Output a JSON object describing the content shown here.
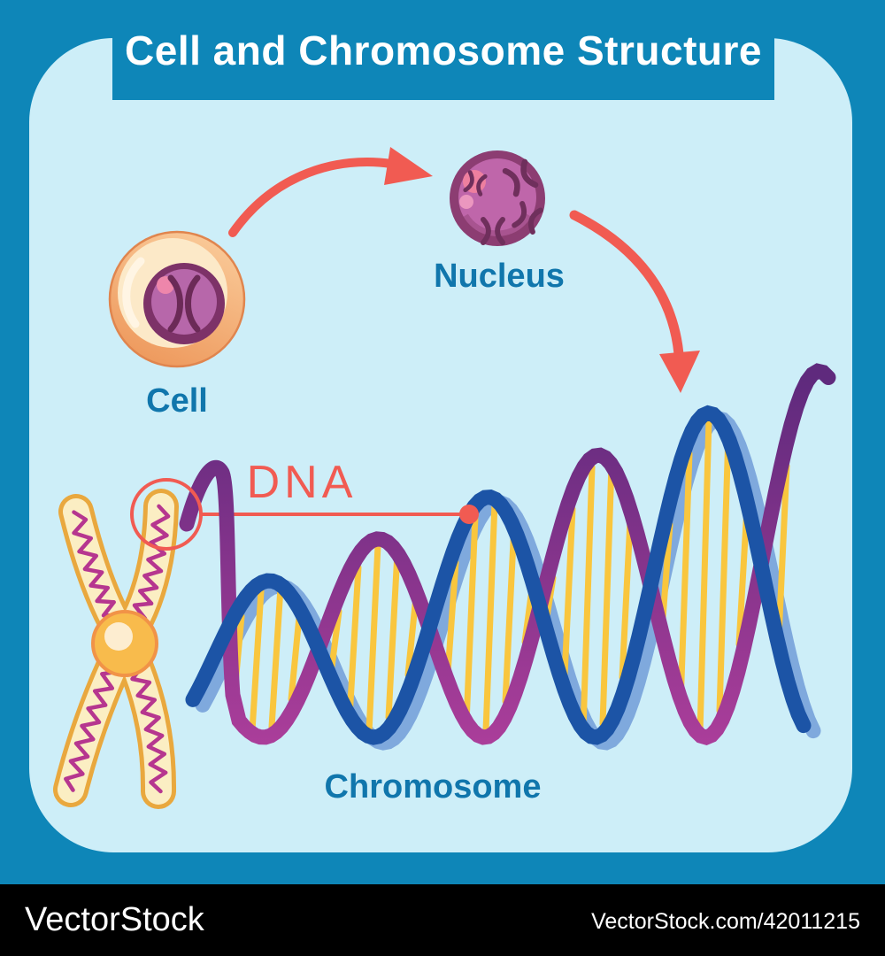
{
  "title": "Cell and Chromosome Structure",
  "labels": {
    "cell": "Cell",
    "nucleus": "Nucleus",
    "dna": "DNA",
    "chromosome": "Chromosome"
  },
  "watermark": {
    "left": "VectorStock",
    "right": "VectorStock.com/42011215"
  },
  "colors": {
    "teal_background": "#0e86b8",
    "card_background": "#cdeef8",
    "label_blue": "#1076ac",
    "red_accent": "#f15b52",
    "dna_purple_dark": "#5f2a7d",
    "dna_magenta": "#b03f9c",
    "dna_blue": "#1c54a6",
    "dna_blue_light": "#7fa9dd",
    "rung_yellow": "#f9c63e",
    "chromosome_gold": "#e9a83e",
    "chromosome_cream": "#fbeec3",
    "coil_pink": "#b6368f",
    "centromere_orange": "#f8bb4c",
    "centromere_stroke": "#f19347",
    "centromere_inner": "#fdedd0",
    "cell_orange_light": "#f9c795",
    "cell_orange_dark": "#ee9a5e",
    "cell_cream": "#fce9c8",
    "nucleus_ring": "#8c3d72",
    "nucleus_fill": "#bf66aa",
    "chromatin_dark": "#6f2f5c",
    "highlight_pink": "#ee7f9f",
    "watermark_bar": "#000000"
  }
}
